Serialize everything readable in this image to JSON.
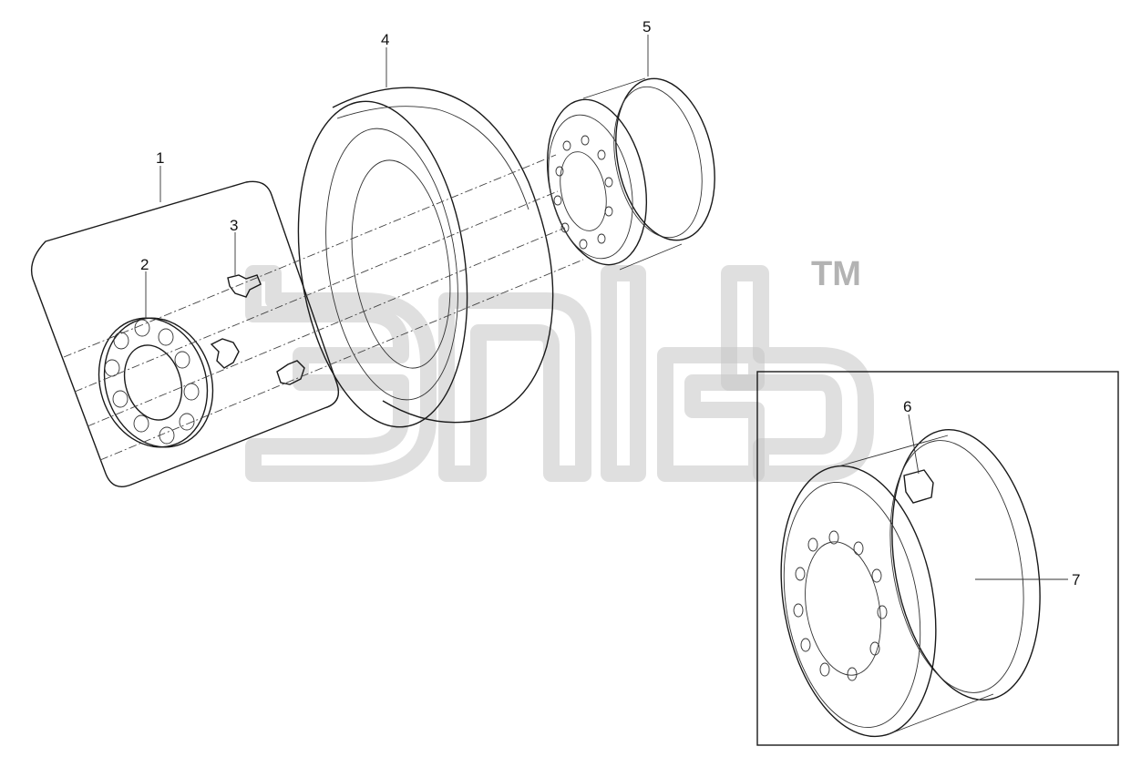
{
  "diagram": {
    "callouts": [
      {
        "id": "1",
        "text": "1"
      },
      {
        "id": "2",
        "text": "2"
      },
      {
        "id": "3",
        "text": "3"
      },
      {
        "id": "4",
        "text": "4"
      },
      {
        "id": "5",
        "text": "5"
      },
      {
        "id": "6",
        "text": "6"
      },
      {
        "id": "7",
        "text": "7"
      }
    ],
    "watermark": {
      "trademark": "TM"
    },
    "colors": {
      "line": "#1a1a1a",
      "watermark": "#c4c4c4"
    }
  }
}
